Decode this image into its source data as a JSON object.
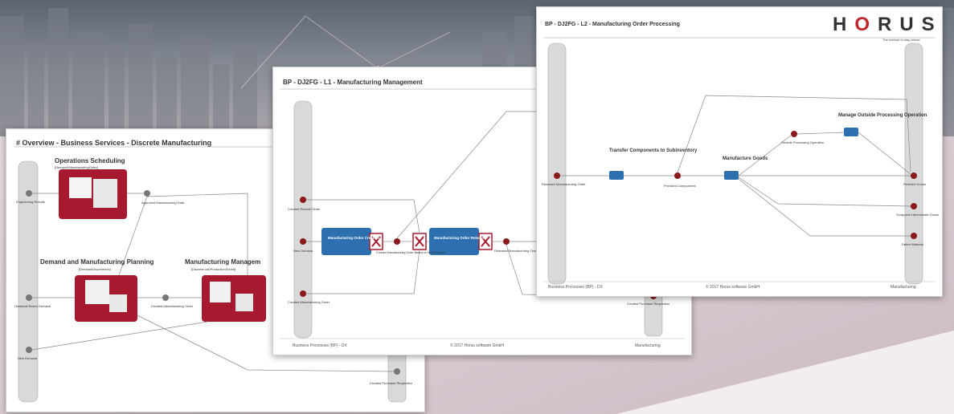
{
  "colors": {
    "accent_red": "#a6192e",
    "node_red": "#8b1a1a",
    "task_blue": "#2e6fb0",
    "gray_bar": "#d9d9d9"
  },
  "slide1": {
    "title": "# Overview - Business Services - Discrete Manufacturing",
    "block1_title": "Operations Scheduling",
    "block1_sub": "[Demand/ManufacturingOrder]",
    "block2_title": "Demand and Manufacturing Planning",
    "block2_sub": "[Demand/DiscreteInfo]",
    "block3_title": "Manufacturing Managem",
    "block3_sub": "[Discrete.odf/ProductionSched]",
    "nodes": {
      "engineering": "Engineering Results",
      "approved": "Approved Manufacturing Data",
      "historical": "Historical Based Demand",
      "created_order": "Created Manufacturing Order",
      "new_demand": "New Demand",
      "created_purchase": "Created Purchase Requisition"
    }
  },
  "slide2": {
    "title": "BP - DJ2FG - L1 - Manufacturing Management",
    "task1": "Manufacturing Order Creation",
    "task2": "Manufacturing Order Release",
    "nodes": {
      "created_rework": "Created Rework Order",
      "new_demand": "New Demand",
      "created_mfg": "Created Manufacturing Order",
      "created_based": "Created Manufacturing Order Based on New Demand",
      "released": "Released Manufacturing Order",
      "created_purchase": "Created Purchase Requisition"
    },
    "footer_left": "Business Processes (BP) - DX",
    "footer_center": "© 2017 Horus software GmbH",
    "footer_right": "Manufacturing"
  },
  "slide3": {
    "title": "BP - DJ2FG - L2 - Manufacturing Order Processing",
    "logo": "HORUS",
    "tagline": "The method to stay ahead",
    "step1": "Transfer Components to Subinventory",
    "step2": "Manufacture Goods",
    "step3": "Manage Outside Processing Operation",
    "nodes": {
      "released": "Released Manufacturing Order",
      "provided": "Provided Components",
      "outside": "Outside Processing Operation",
      "finished": "Finished Goods",
      "scrapped": "Scrapped Intermediate Goods",
      "defect": "Defect Material"
    },
    "footer_left": "Business Processes (BP) - DX",
    "footer_center": "© 2017 Horus software GmbH",
    "footer_right": "Manufacturing"
  }
}
